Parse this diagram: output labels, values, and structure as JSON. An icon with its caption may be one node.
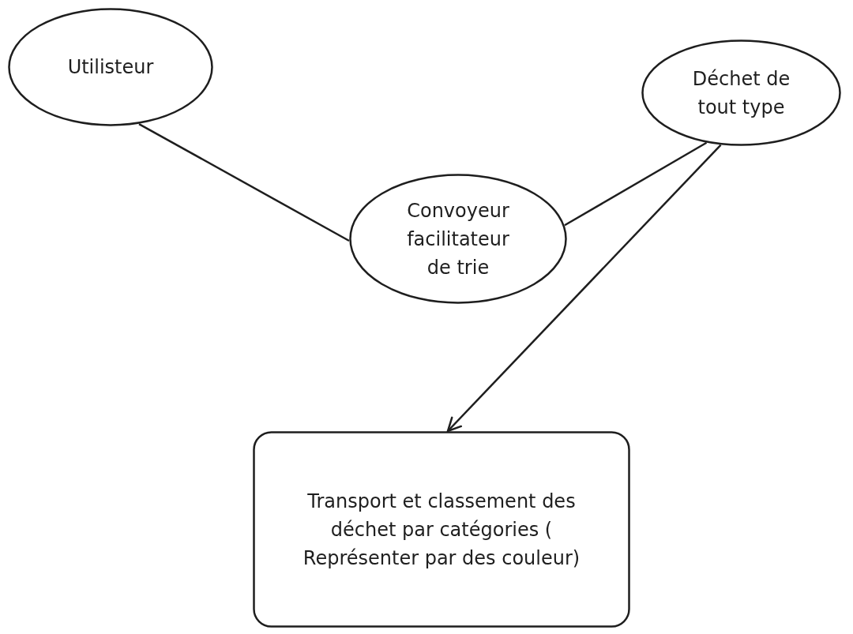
{
  "diagram": {
    "nodes": [
      {
        "text": [
          "Utilisteur"
        ]
      },
      {
        "text": [
          "Déchet de tout type"
        ]
      },
      {
        "text": [
          "Convoyeur facilitateur de trie"
        ]
      },
      {
        "text": [
          "Transport et classement des déchet par catégories ( Représenter par des couleur)"
        ]
      }
    ],
    "edges": [
      {
        "from": 0,
        "to": 2,
        "arrow": "none"
      },
      {
        "from": 1,
        "to": 2,
        "arrow": "none"
      },
      {
        "from": 1,
        "to": 3,
        "arrow": "to"
      }
    ]
  }
}
